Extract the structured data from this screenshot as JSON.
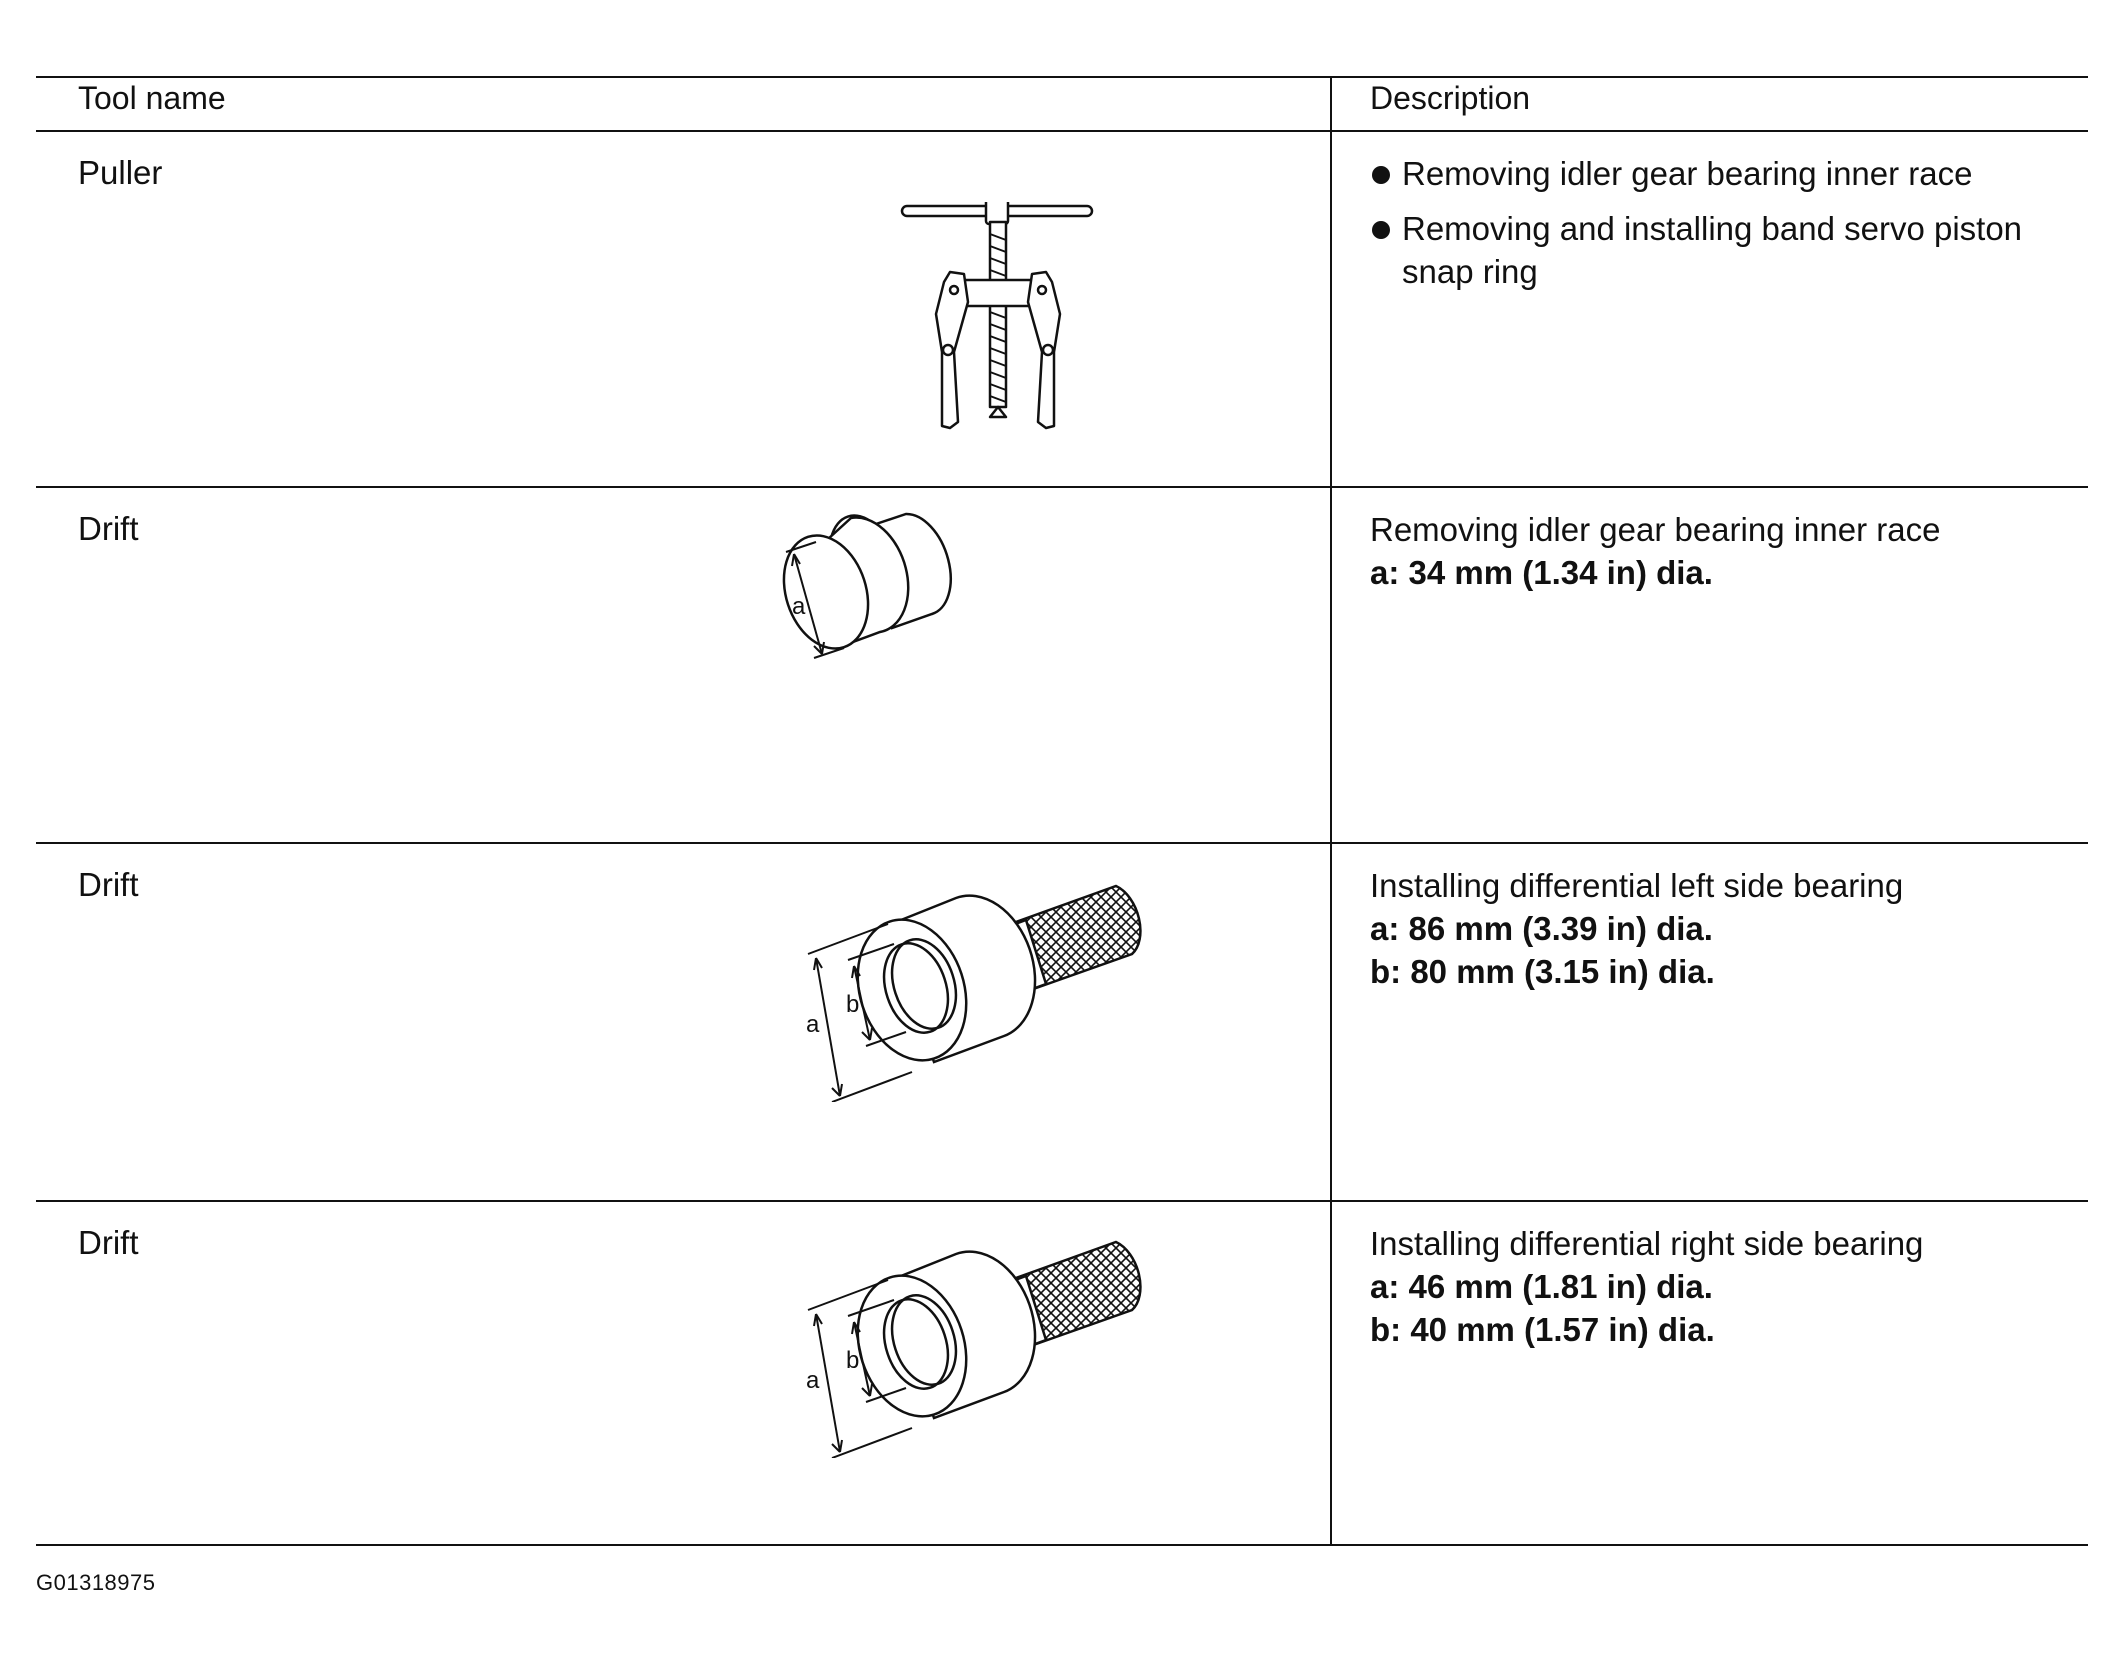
{
  "table": {
    "headers": {
      "tool_name": "Tool name",
      "description": "Description"
    },
    "rows": [
      {
        "tool_name": "Puller",
        "icon": "puller-icon",
        "bullets": [
          "Removing idler gear bearing inner race",
          "Removing and installing band servo piston snap ring"
        ]
      },
      {
        "tool_name": "Drift",
        "icon": "drift-a-icon",
        "purpose": "Removing idler gear bearing inner race",
        "specs": [
          "a: 34 mm (1.34 in) dia."
        ],
        "dim_labels": [
          "a"
        ]
      },
      {
        "tool_name": "Drift",
        "icon": "drift-ab-icon",
        "purpose": "Installing differential left side bearing",
        "specs": [
          "a: 86 mm (3.39 in) dia.",
          "b: 80 mm (3.15 in) dia."
        ],
        "dim_labels": [
          "a",
          "b"
        ]
      },
      {
        "tool_name": "Drift",
        "icon": "drift-ab-icon",
        "purpose": "Installing differential right side bearing",
        "specs": [
          "a: 46 mm (1.81 in) dia.",
          "b: 40 mm (1.57 in) dia."
        ],
        "dim_labels": [
          "a",
          "b"
        ]
      }
    ]
  },
  "figure_id": "G01318975"
}
